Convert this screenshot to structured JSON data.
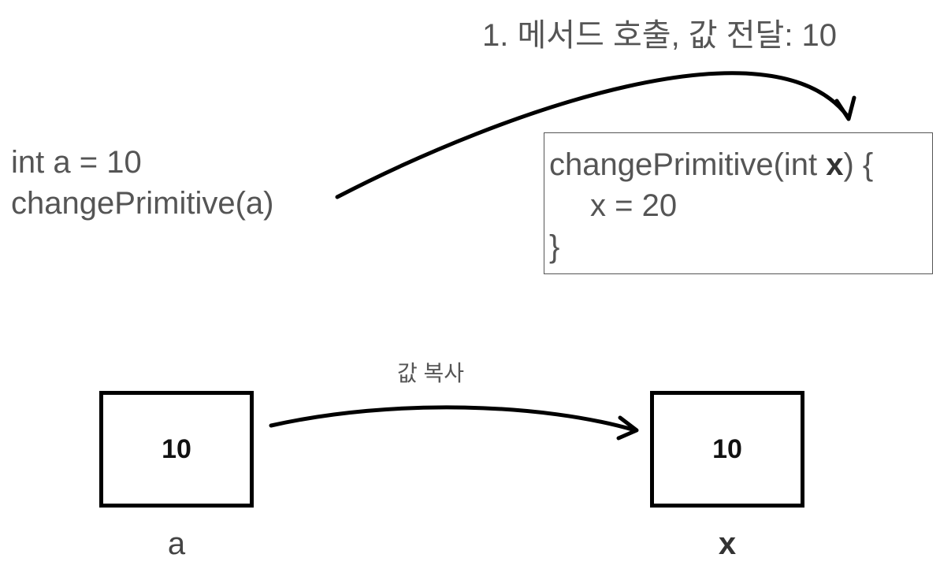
{
  "step_label": "1. 메서드 호출, 값 전달: 10",
  "caller": {
    "line1": "int a = 10",
    "line2": "changePrimitive(a)"
  },
  "method": {
    "sig_prefix": "changePrimitive(int ",
    "sig_param": "x",
    "sig_suffix": ") {",
    "body": "x = 20",
    "close": "}"
  },
  "copy_label": "값 복사",
  "variables": {
    "a": {
      "value": "10",
      "name": "a"
    },
    "x": {
      "value": "10",
      "name": "x"
    }
  }
}
